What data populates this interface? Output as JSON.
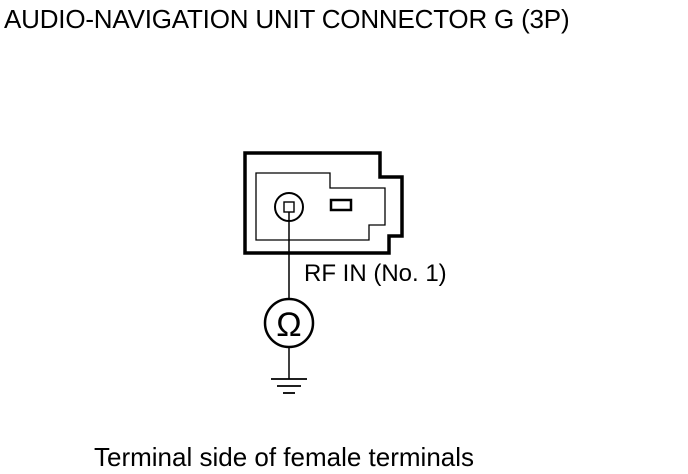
{
  "title": "AUDIO-NAVIGATION UNIT CONNECTOR G (3P)",
  "terminal": {
    "label": "RF IN (No. 1)",
    "meter_symbol": "Ω"
  },
  "caption": "Terminal side of female terminals"
}
